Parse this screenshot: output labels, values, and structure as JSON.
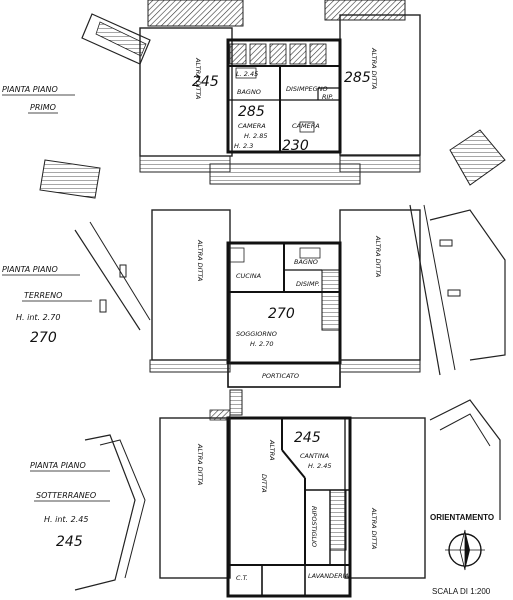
{
  "floors": {
    "first": {
      "title": [
        "PIANTA PIANO",
        "PRIMO"
      ],
      "heights": [
        "245",
        "285",
        "285",
        "230"
      ],
      "rooms": [
        "L. 2.45",
        "BAGNO",
        "285",
        "DISIMPEGNO",
        "RIP.",
        "CAMERA",
        "CAMERA",
        "H. 2.85",
        "H. 2.3"
      ],
      "neighbors": [
        "ALTRA DITTA",
        "ALTRA DITTA"
      ]
    },
    "ground": {
      "title": [
        "PIANTA PIANO",
        "TERRENO"
      ],
      "height_note": "H. int. 2.70",
      "height_big": "270",
      "height_center": "270",
      "rooms": [
        "CUCINA",
        "BAGNO",
        "DISIMP.",
        "SOGGIORNO",
        "H. 2.70",
        "PORTICATO"
      ],
      "neighbors": [
        "ALTRA DITTA",
        "ALTRA DITTA"
      ]
    },
    "basement": {
      "title": [
        "PIANTA PIANO",
        "SOTTERRANEO"
      ],
      "height_note": "H. int. 2.45",
      "height_big": "245",
      "height_center": "245",
      "rooms": [
        "CANTINA",
        "H. 2.45",
        "ALTRA",
        "DITTA",
        "C.T.",
        "LAVANDERIA",
        "RIPOSTIGLIO"
      ],
      "neighbors": [
        "ALTRA DITTA",
        "ALTRA DITTA"
      ]
    }
  },
  "orientation": {
    "label": "ORIENTAMENTO"
  },
  "scale": {
    "label": "SCALA DI 1:200"
  }
}
